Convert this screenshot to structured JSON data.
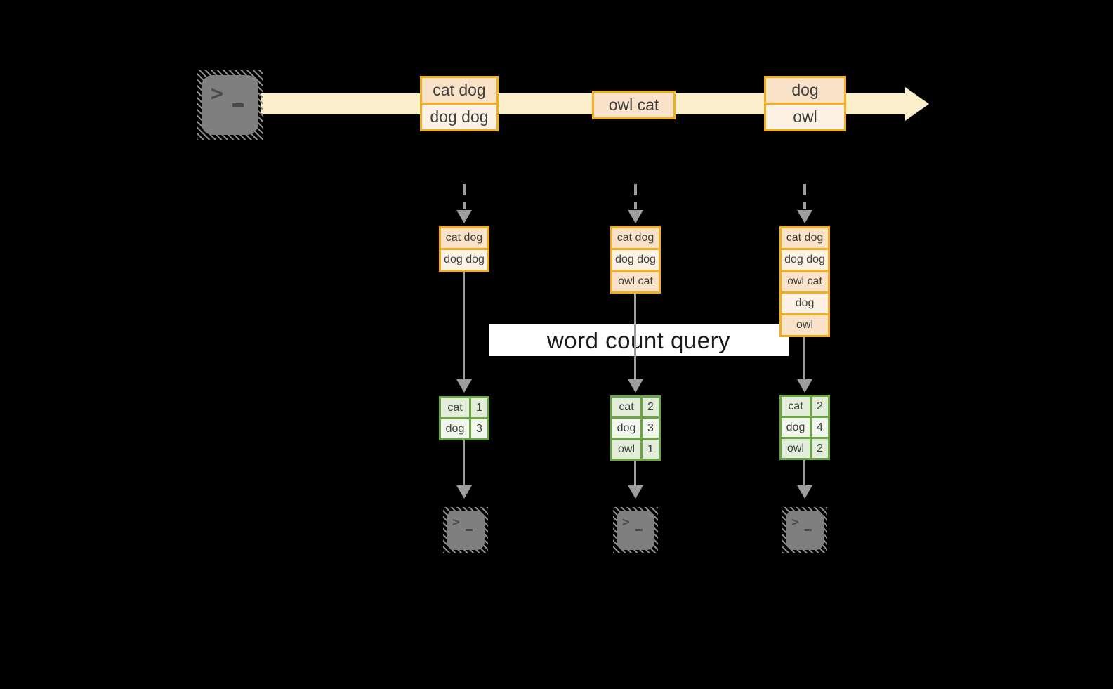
{
  "diagram": {
    "query_label": "word count query"
  },
  "stream": {
    "source_icon": "terminal-icon",
    "events": [
      {
        "records": [
          "cat dog",
          "dog dog"
        ]
      },
      {
        "records": [
          "owl cat"
        ]
      },
      {
        "records": [
          "dog",
          "owl"
        ]
      }
    ]
  },
  "columns": [
    {
      "buffered_records": [
        "cat dog",
        "dog dog"
      ],
      "counts": [
        {
          "word": "cat",
          "count": "1"
        },
        {
          "word": "dog",
          "count": "3"
        }
      ],
      "sink_icon": "terminal-icon"
    },
    {
      "buffered_records": [
        "cat dog",
        "dog dog",
        "owl cat"
      ],
      "counts": [
        {
          "word": "cat",
          "count": "2"
        },
        {
          "word": "dog",
          "count": "3"
        },
        {
          "word": "owl",
          "count": "1"
        }
      ],
      "sink_icon": "terminal-icon"
    },
    {
      "buffered_records": [
        "cat dog",
        "dog dog",
        "owl cat",
        "dog",
        "owl"
      ],
      "counts": [
        {
          "word": "cat",
          "count": "2"
        },
        {
          "word": "dog",
          "count": "4"
        },
        {
          "word": "owl",
          "count": "2"
        }
      ],
      "sink_icon": "terminal-icon"
    }
  ],
  "colors": {
    "stream_band": "#FBF0CB",
    "record_border": "#F2AE1C",
    "record_fill_a": "#F9E2C7",
    "record_fill_b": "#FDF2E4",
    "record_text": "#3F3F3F",
    "table_border": "#6CA644",
    "table_fill_a": "#E3EEDA",
    "table_fill_b": "#F1F7EC",
    "arrow_gray": "#9D9D9D",
    "terminal_gray": "#7F7F7F",
    "terminal_hatch": "#8B8B8B",
    "query_text": "#1A1A1A"
  }
}
